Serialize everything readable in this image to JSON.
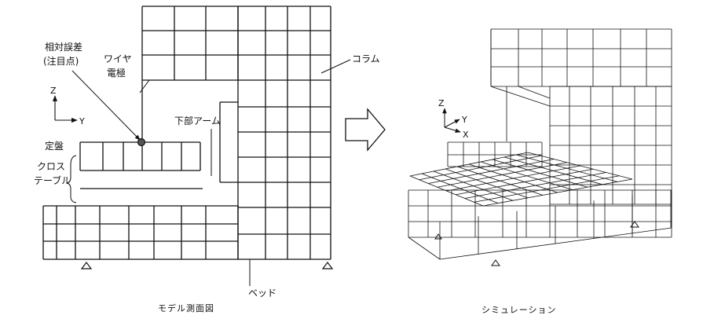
{
  "left_view": {
    "caption": "モデル測面図",
    "labels": {
      "relative_error_line1": "相対誤差",
      "relative_error_line2": "(注目点)",
      "wire": "ワイヤ",
      "electrode": "電極",
      "column": "コラム",
      "lower_arm": "下部アーム",
      "surface_plate": "定盤",
      "cross_line1": "クロス",
      "cross_line2": "テーブル",
      "bed": "ベッド"
    },
    "axes": {
      "z": "Z",
      "y": "Y"
    }
  },
  "right_view": {
    "caption": "シミュレーション",
    "axes": {
      "z": "Z",
      "y": "Y",
      "x": "X"
    }
  }
}
